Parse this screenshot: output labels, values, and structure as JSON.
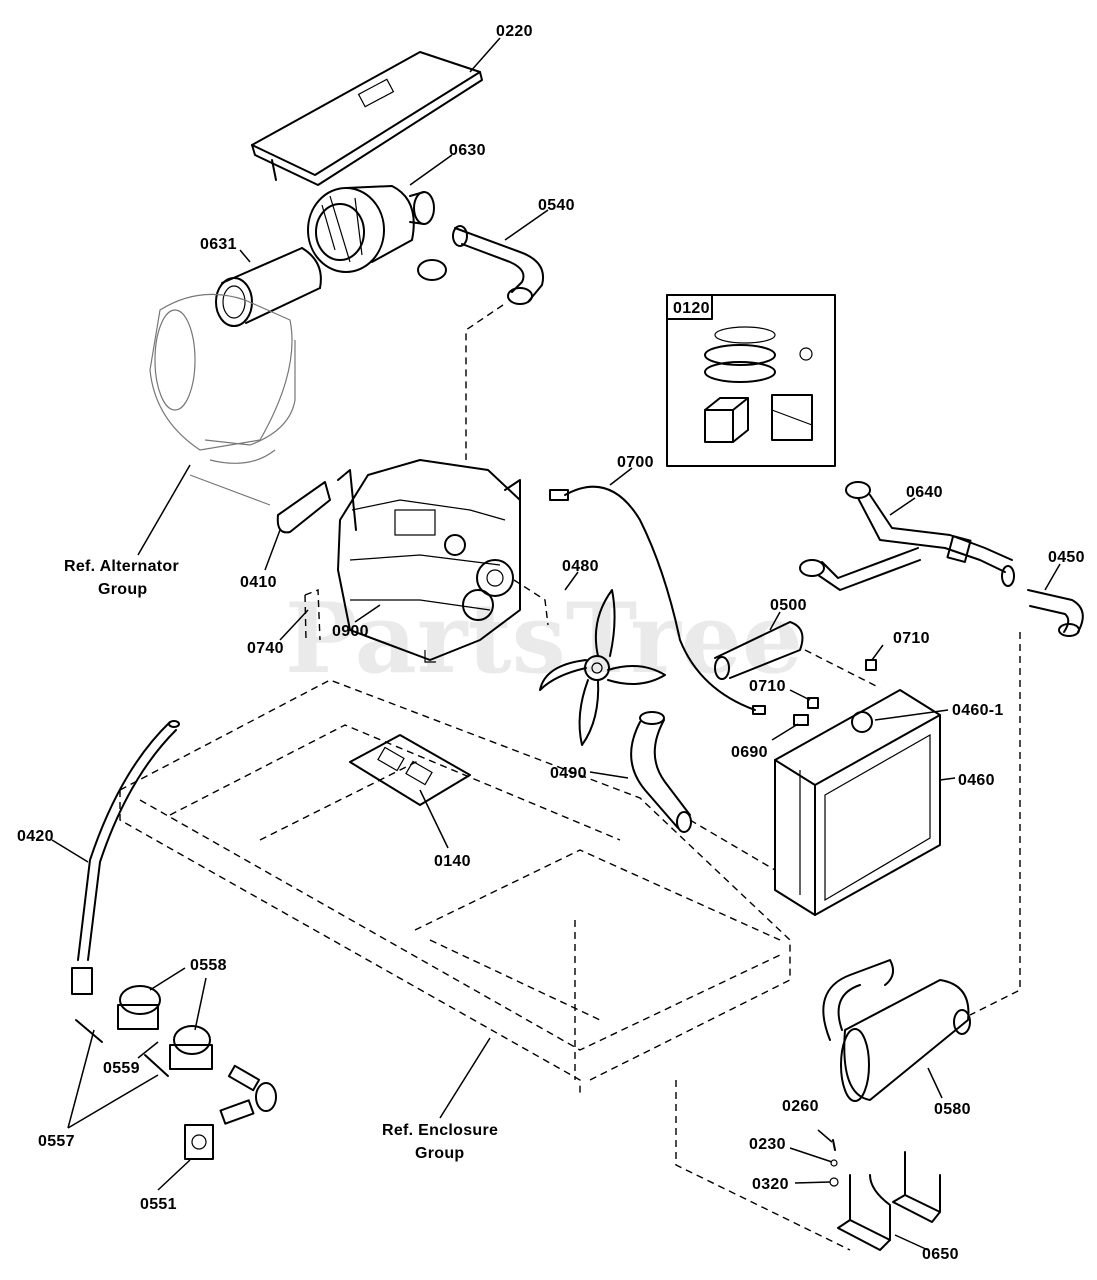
{
  "watermark": "PartsTree",
  "inset": {
    "label": "0120"
  },
  "callouts": {
    "p0220": "0220",
    "p0630": "0630",
    "p0540": "0540",
    "p0631": "0631",
    "p0120": "0120",
    "p0700": "0700",
    "p0640": "0640",
    "p0450": "0450",
    "p0480": "0480",
    "p0500": "0500",
    "p0710a": "0710",
    "p0710b": "0710",
    "p0460_1": "0460-1",
    "p0690": "0690",
    "p0460": "0460",
    "p0490": "0490",
    "p0410": "0410",
    "p0740": "0740",
    "p0900": "0900",
    "p0420": "0420",
    "p0140": "0140",
    "p0558": "0558",
    "p0559": "0559",
    "p0557": "0557",
    "p0551": "0551",
    "p0580": "0580",
    "p0260": "0260",
    "p0230": "0230",
    "p0320": "0320",
    "p0650": "0650"
  },
  "references": {
    "alternator_line1": "Ref. Alternator",
    "alternator_line2": "Group",
    "enclosure_line1": "Ref. Enclosure",
    "enclosure_line2": "Group"
  }
}
